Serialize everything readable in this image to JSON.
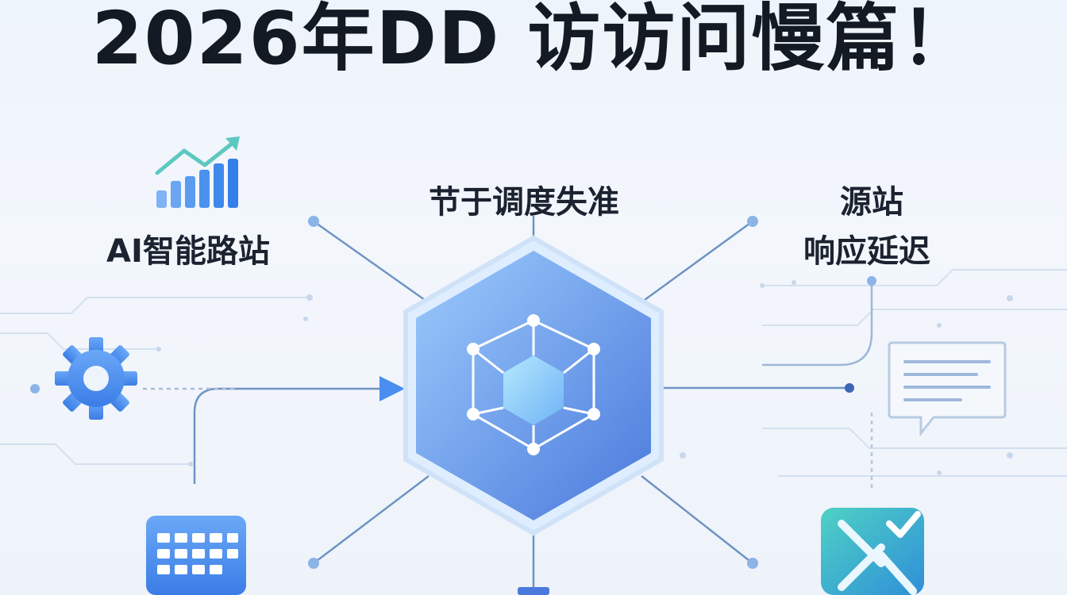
{
  "title": "2026年DD 访访问慢篇！",
  "nodes": {
    "top": "节于调度失准",
    "left": "AI智能路站",
    "right_line1": "源站",
    "right_line2": "响应延迟"
  },
  "colors": {
    "hex_light": "#8fc2fb",
    "hex_dark": "#4f7fe0",
    "line": "#6f93c4",
    "icon_blue": "#4b8ef0",
    "icon_teal": "#3cc3b4"
  },
  "icons": [
    "growth-chart-icon",
    "gear-icon",
    "calendar-icon",
    "message-icon",
    "network-icon",
    "central-cube-icon"
  ]
}
